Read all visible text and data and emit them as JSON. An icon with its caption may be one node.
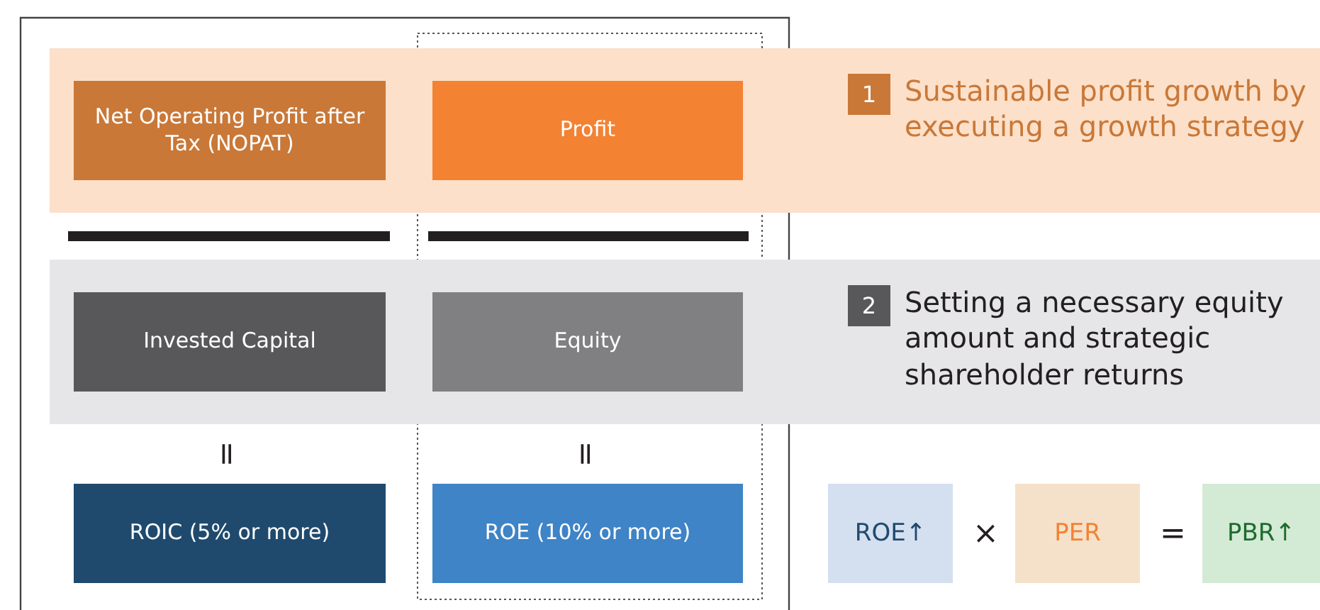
{
  "diagram": {
    "nodes": [
      {
        "text": [
          "1",
          "Sustainable profit growth by executing a growth strategy"
        ]
      },
      {
        "text": [
          "Net Operating Profit after Tax (NOPAT)"
        ],
        "in": 0
      },
      {
        "text": [
          "Profit"
        ],
        "in": 0
      },
      {
        "text": [
          "2",
          "Setting a necessary equity amount and strategic shareholder returns"
        ]
      },
      {
        "text": [
          "Invested Capital"
        ],
        "in": 3
      },
      {
        "text": [
          "Equity"
        ],
        "in": 3
      },
      {
        "text": [
          "ROIC (5% or more)"
        ]
      },
      {
        "text": [
          "ROE (10% or more)"
        ]
      },
      {
        "text": [
          "ROE↑"
        ]
      },
      {
        "text": [
          "PER"
        ]
      },
      {
        "text": [
          "PBR↑"
        ]
      }
    ],
    "labels": [
      "=",
      "=",
      "×",
      "="
    ]
  }
}
